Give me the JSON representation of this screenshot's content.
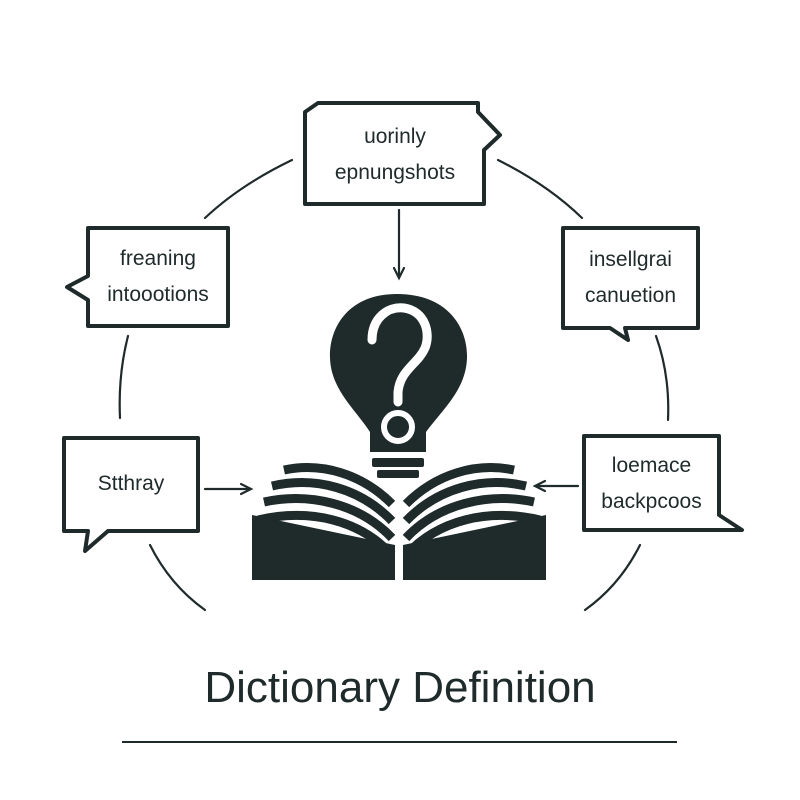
{
  "title": "Dictionary Definition",
  "bubbles": {
    "top": {
      "line1": "uorinly",
      "line2": "epnungshots"
    },
    "upper_left": {
      "line1": "freaning",
      "line2": "intoootions"
    },
    "upper_right": {
      "line1": "insellgrai",
      "line2": "canuetion"
    },
    "lower_left": {
      "line1": "Stthray"
    },
    "lower_right": {
      "line1": "loemace",
      "line2": "backpcoos"
    }
  },
  "icons": [
    "lightbulb-question-icon",
    "open-book-icon"
  ],
  "colors": {
    "ink": "#1f2a2b",
    "background": "#ffffff"
  }
}
